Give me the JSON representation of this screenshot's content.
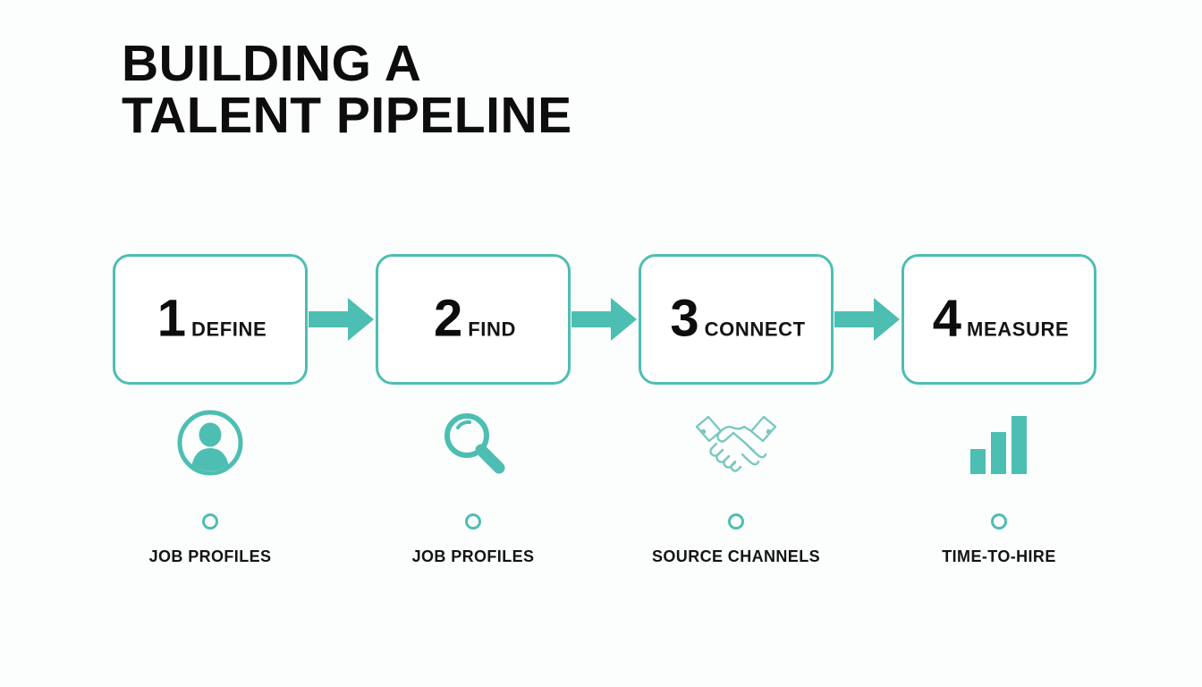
{
  "title": {
    "line1": "BUILDING A",
    "line2": "TALENT PIPELINE"
  },
  "colors": {
    "accent": "#4dbeb2",
    "text": "#0d0d0d",
    "background": "#fcfdfd",
    "box_fill": "#ffffff"
  },
  "steps": [
    {
      "number": "1",
      "label": "DEFINE",
      "icon": "user-profile-icon",
      "caption": "JOB PROFILES"
    },
    {
      "number": "2",
      "label": "FIND",
      "icon": "magnifier-icon",
      "caption": "JOB PROFILES"
    },
    {
      "number": "3",
      "label": "CONNECT",
      "icon": "handshake-icon",
      "caption": "SOURCE CHANNELS"
    },
    {
      "number": "4",
      "label": "MEASURE",
      "icon": "bar-chart-icon",
      "caption": "TIME-TO-HIRE"
    }
  ],
  "connectors": [
    {
      "name": "arrow-right-icon"
    },
    {
      "name": "arrow-right-icon"
    },
    {
      "name": "arrow-right-icon"
    }
  ]
}
